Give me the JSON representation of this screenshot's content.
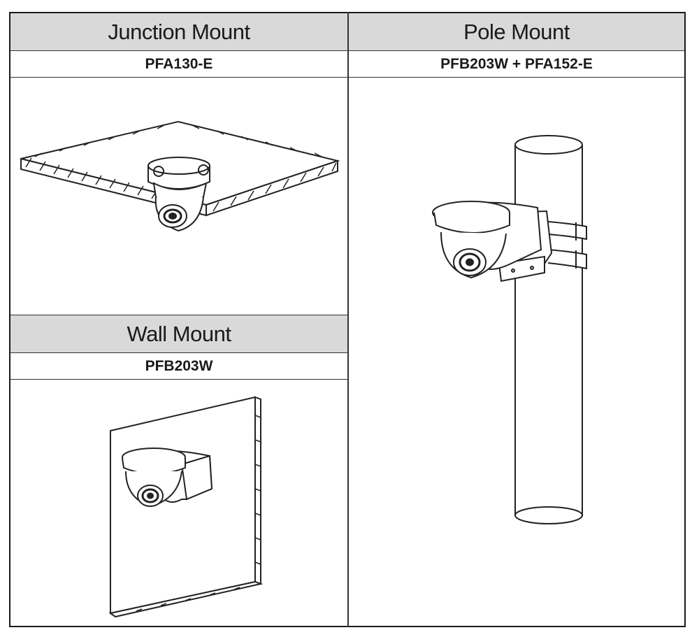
{
  "sections": {
    "junction": {
      "title": "Junction Mount",
      "model": "PFA130-E",
      "icon": "ceiling-junction-mount-camera"
    },
    "pole": {
      "title": "Pole Mount",
      "model": "PFB203W + PFA152-E",
      "icon": "pole-mount-camera"
    },
    "wall": {
      "title": "Wall Mount",
      "model": "PFB203W",
      "icon": "wall-mount-camera"
    }
  }
}
